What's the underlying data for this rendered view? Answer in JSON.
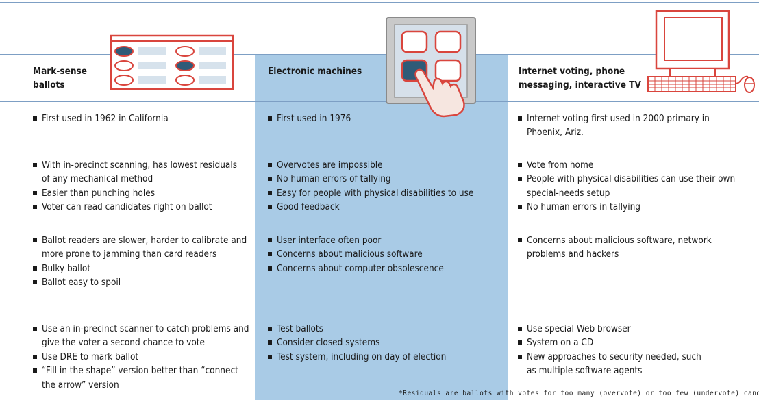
{
  "columns": [
    {
      "header": "Mark-sense ballots"
    },
    {
      "header": "Electronic machines"
    },
    {
      "header": "Internet voting, phone messaging, interactive TV"
    }
  ],
  "rows": [
    [
      [
        "First used in 1962 in California"
      ],
      [
        "First used in 1976"
      ],
      [
        "Internet voting first used in 2000 primary in Phoenix, Ariz."
      ]
    ],
    [
      [
        "With in-precinct scanning, has lowest residuals of any mechanical method",
        "Easier than punching holes",
        "Voter can read candidates right on ballot"
      ],
      [
        "Overvotes are impossible",
        "No human errors of tallying",
        "Easy for people with physical disabilities to use",
        "Good feedback"
      ],
      [
        "Vote from home",
        "People with physical disabilities can use their own special-needs setup",
        "No human errors in tallying"
      ]
    ],
    [
      [
        "Ballot readers are slower, harder to calibrate and more prone to jamming than card readers",
        "Bulky ballot",
        "Ballot easy to spoil"
      ],
      [
        "User interface often poor",
        "Concerns about malicious software",
        "Concerns about computer obsolescence"
      ],
      [
        "Concerns about malicious software, network problems and hackers"
      ]
    ],
    [
      [
        "Use an in-precinct scanner to catch problems and give the voter a second chance to vote",
        "Use DRE to mark ballot",
        "“Fill in the shape” version better than “connect the arrow” version"
      ],
      [
        "Test ballots",
        "Consider closed systems",
        "Test system, including on day of election"
      ],
      [
        "Use special Web browser",
        "System on a CD",
        "New approaches to security needed, such as multiple software agents"
      ]
    ]
  ],
  "footnote": "*Residuals are ballots with votes for too many (overvote) or too few (undervote) candidates.",
  "icons": [
    "ballot-sheet-icon",
    "touchscreen-hand-icon",
    "computer-icon"
  ],
  "colors": {
    "band": "#a9cbe6",
    "rule": "#7d9fc4",
    "icon_red": "#d9453d",
    "ballot_fill": "#2f5b78"
  }
}
